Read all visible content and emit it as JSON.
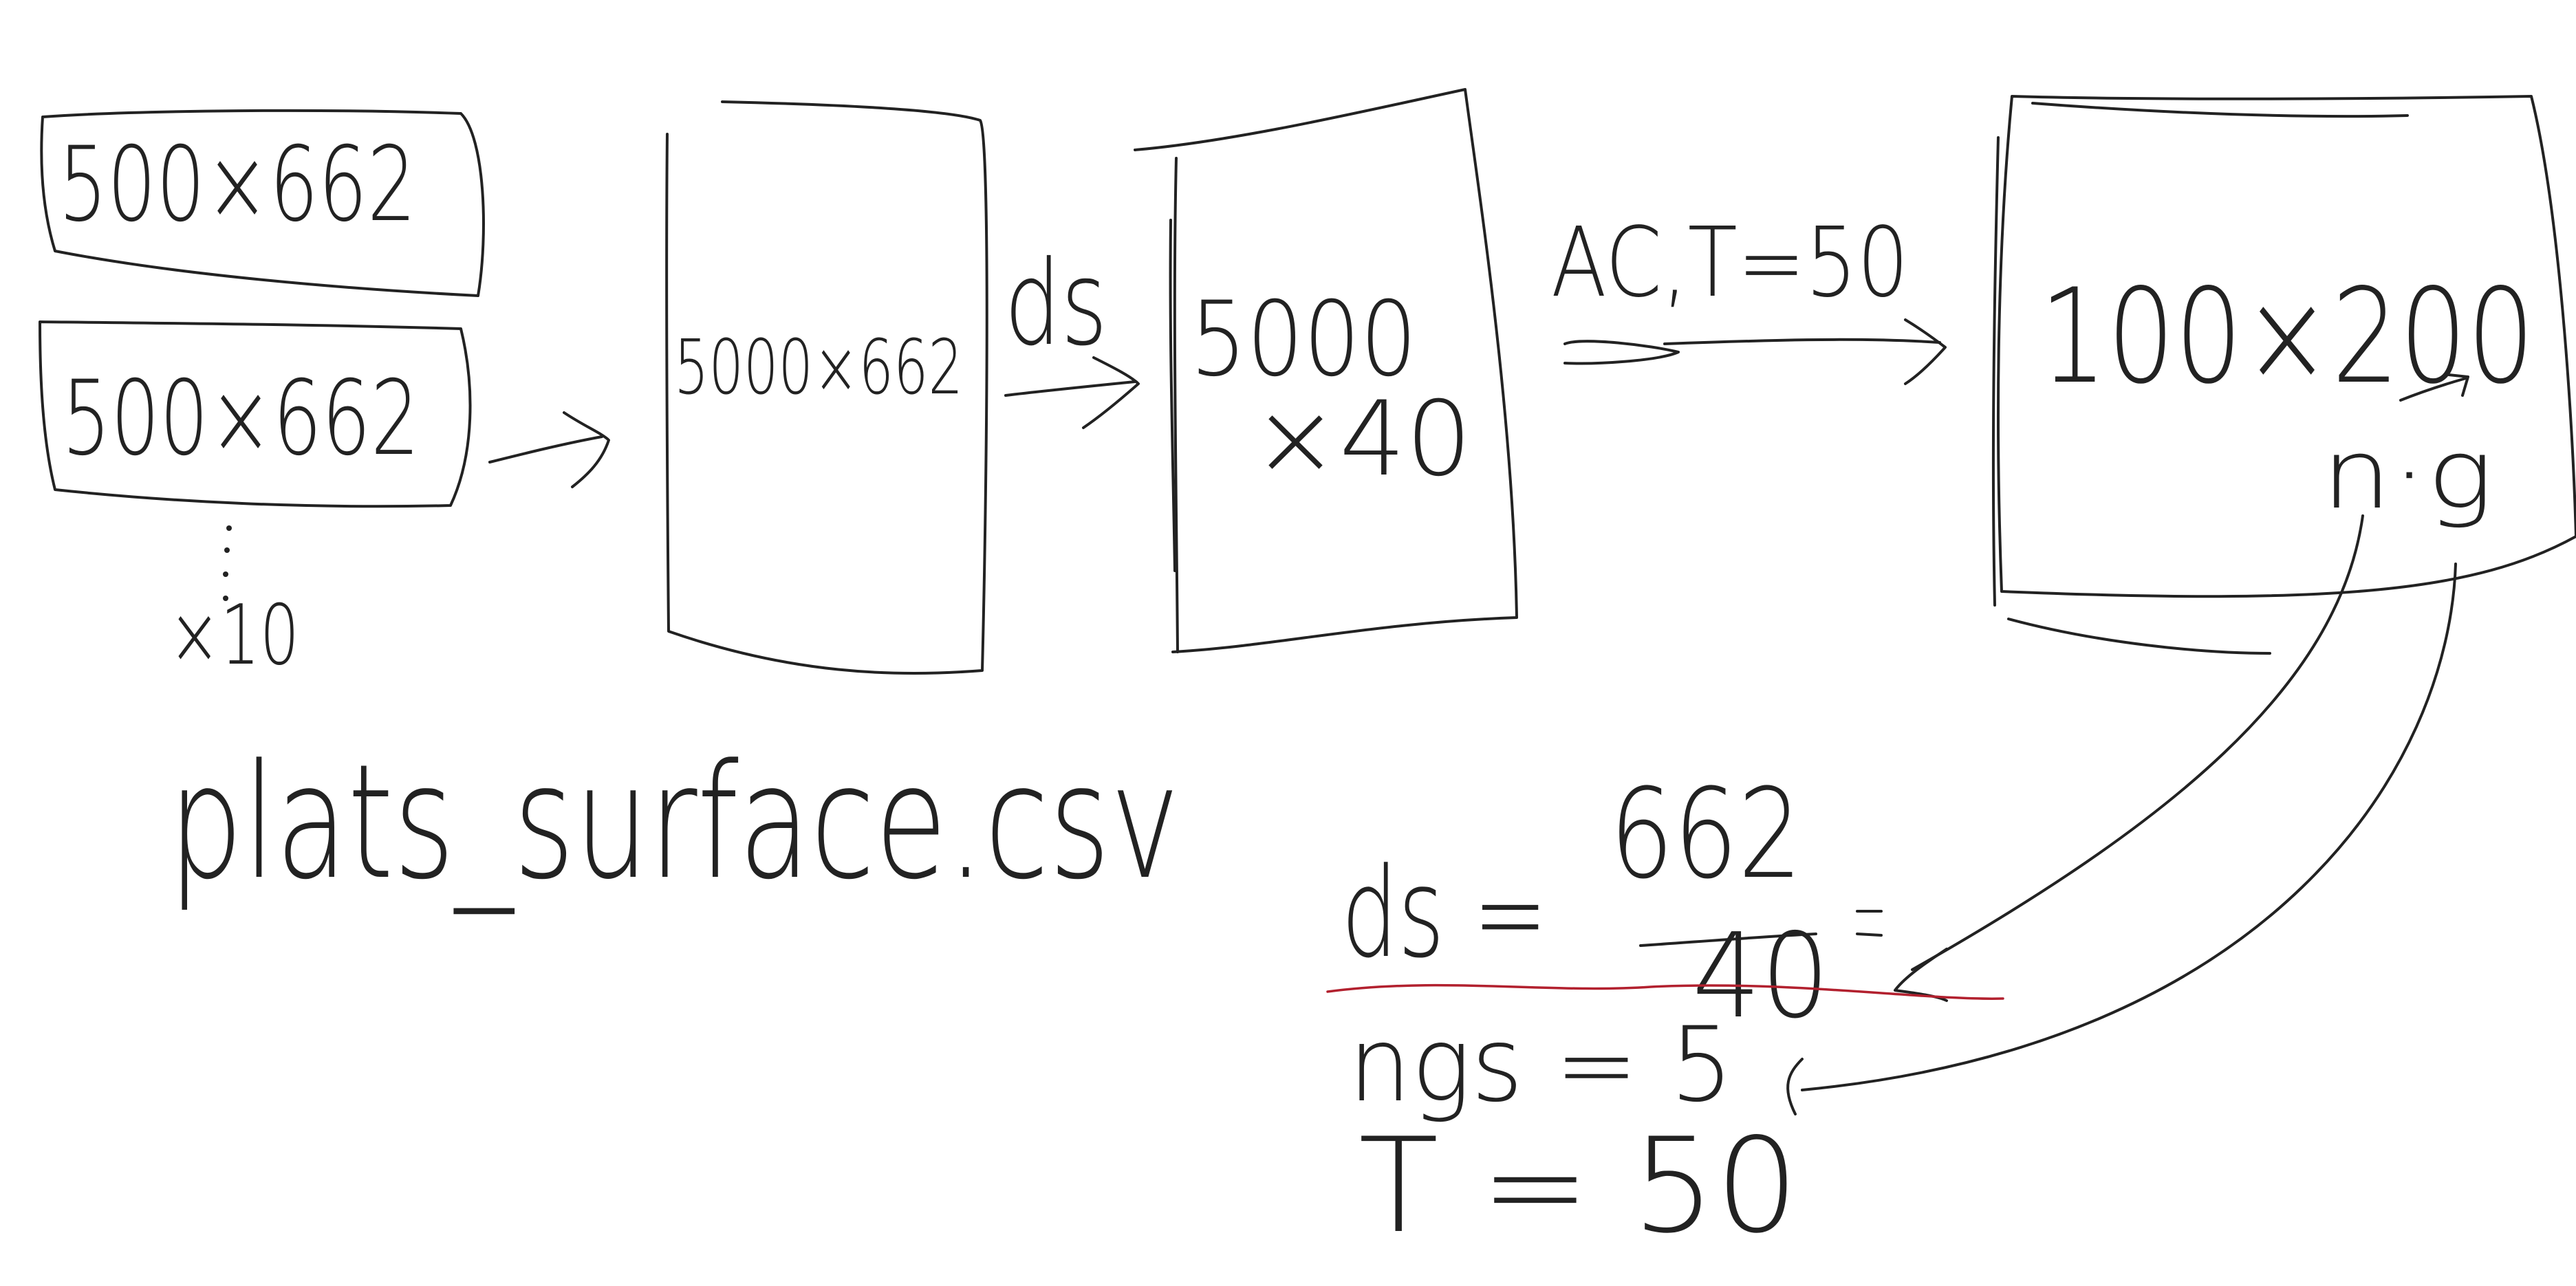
{
  "diagram": {
    "input_file_1": "500×662",
    "input_file_2": "500×662",
    "repeat_marker": "×10",
    "source_file": "plats_surface.csv",
    "stacked_matrix": "5000×662",
    "downsample_label": "ds",
    "reduced_matrix_line1": "5000",
    "reduced_matrix_line2": "×40",
    "aggregation_label": "AC,T=50",
    "output_matrix": "100×200",
    "output_sub": "n·g",
    "formula_ds_lhs": "ds =",
    "formula_ds_numerator": "662",
    "formula_ds_denominator": "40",
    "formula_ngs": "ngs = 5",
    "formula_t": "T =  50"
  },
  "colors": {
    "ink": "#222222",
    "strike": "#b2202e",
    "background": "#ffffff"
  }
}
